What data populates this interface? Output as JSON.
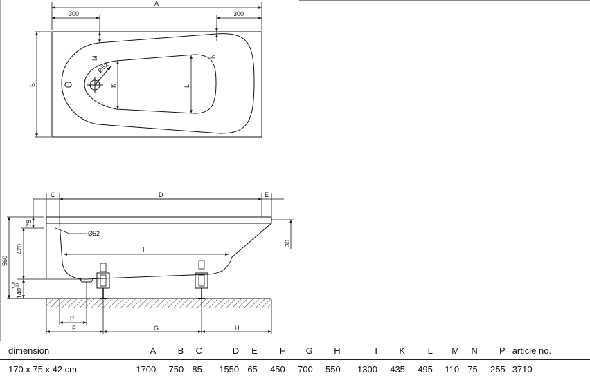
{
  "top_view": {
    "dim_a": "A",
    "dim_b": "B",
    "dim_left": "300",
    "dim_right": "300",
    "dim_m": "M",
    "dim_n": "N",
    "dim_k": "K",
    "dim_l": "L",
    "drain_diameter": "Ø52"
  },
  "side_view": {
    "dim_c": "C",
    "dim_d": "D",
    "dim_e": "E",
    "dim_i": "I",
    "dim_f": "F",
    "dim_g": "G",
    "dim_h": "H",
    "dim_p": "P",
    "overflow_diameter": "Ø52",
    "dim_560": "560",
    "dim_420": "420",
    "dim_75": "75",
    "dim_30": "30",
    "dim_140": "140",
    "dim_plus10": "+10",
    "dim_minus30": "−30"
  },
  "table": {
    "headers": [
      "dimension",
      "A",
      "B",
      "C",
      "D",
      "E",
      "F",
      "G",
      "H",
      "I",
      "K",
      "L",
      "M",
      "N",
      "P",
      "article no."
    ],
    "rows": [
      [
        "170 x 75 x 42 cm",
        "1700",
        "750",
        "85",
        "1550",
        "65",
        "450",
        "700",
        "550",
        "1300",
        "435",
        "495",
        "110",
        "75",
        "255",
        "3710"
      ]
    ]
  }
}
